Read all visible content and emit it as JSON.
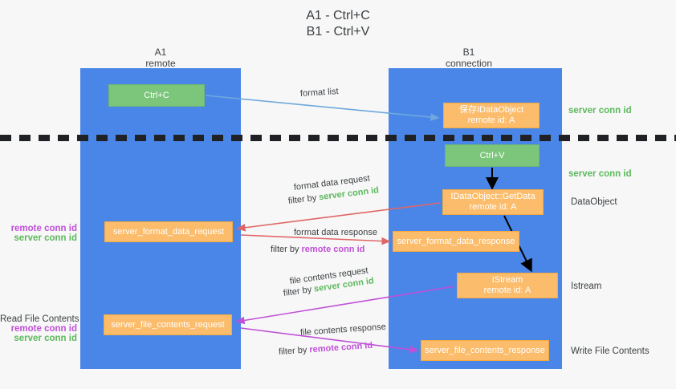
{
  "title": {
    "line1": "A1 - Ctrl+C",
    "line2": "B1 - Ctrl+V"
  },
  "columns": [
    {
      "name": "A1",
      "subtitle": "remote"
    },
    {
      "name": "B1",
      "subtitle": "connection"
    }
  ],
  "nodes": {
    "ctrl_c": {
      "label": "Ctrl+C",
      "color": "#7bc67b"
    },
    "save_idataobject": {
      "line1": "保存IDataObject",
      "line2": "remote id: A",
      "color": "#fbbc6b"
    },
    "ctrl_v": {
      "label": "Ctrl+V",
      "color": "#7bc67b"
    },
    "getdata": {
      "line1": "IDataObject::GetData",
      "line2": "remote id: A",
      "color": "#fbbc6b"
    },
    "istream": {
      "line1": "IStream",
      "line2": "remote id: A",
      "color": "#fbbc6b"
    },
    "server_format_data_request": {
      "label": "server_format_data_request",
      "color": "#fbbc6b"
    },
    "server_format_data_response": {
      "label": "server_format_data_response",
      "color": "#fbbc6b"
    },
    "server_file_contents_request": {
      "label": "server_file_contents_request",
      "color": "#fbbc6b"
    },
    "server_file_contents_response": {
      "label": "server_file_contents_response",
      "color": "#fbbc6b"
    }
  },
  "right_labels": {
    "server_conn_id_top": "server conn id",
    "server_conn_id_mid": "server conn id",
    "dataobject": "DataObject",
    "istream": "Istream",
    "write_file_contents": "Write File Contents"
  },
  "left_labels": {
    "conn_block": {
      "remote": "remote conn id",
      "server": "server conn id"
    },
    "read_block": {
      "heading": "Read File Contents",
      "remote": "remote conn id",
      "server": "server conn id"
    }
  },
  "edge_labels": {
    "format_list": "format list",
    "format_data_request": "format data request",
    "format_data_request_filter_prefix": "filter by ",
    "format_data_request_filter_key": "server conn id",
    "format_data_response": "format data response",
    "format_data_response_filter_prefix": "filter by ",
    "format_data_response_filter_key": "remote conn id",
    "file_contents_request": "file contents request",
    "file_contents_request_filter_prefix": "filter by ",
    "file_contents_request_filter_key": "server conn id",
    "file_contents_response": "file contents response",
    "file_contents_response_filter_prefix": "filter by ",
    "file_contents_response_filter_key": "remote conn id"
  },
  "colors": {
    "lane": "#4a86e8",
    "green_box": "#7bc67b",
    "orange_box": "#fbbc6b",
    "server_conn_id": "#5cb85c",
    "remote_conn_id": "#c050d8",
    "arrow_blue": "#6fa8dc",
    "arrow_red": "#e06666",
    "arrow_magenta": "#c050d8",
    "arrow_black": "#000000",
    "divider": "#202124",
    "background": "#f7f7f7"
  }
}
